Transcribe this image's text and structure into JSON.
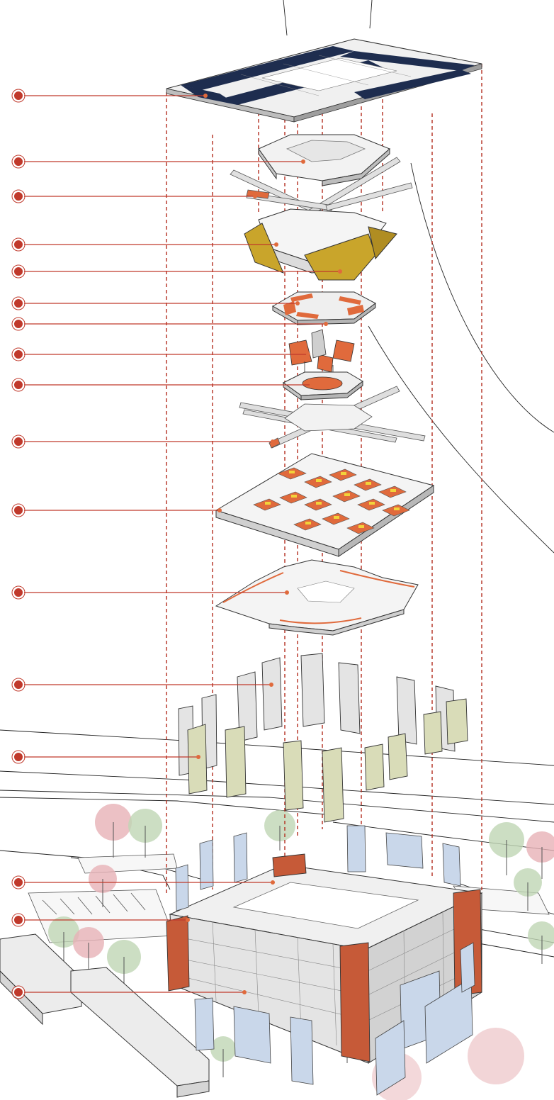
{
  "palette": {
    "accent": "#c0392b",
    "solar": "#1e2d4f",
    "orange": "#e06a3c",
    "gold": "#c9a52b",
    "panel_green": "#d9dcb8",
    "structure": "#e6e6e6",
    "core": "#c65a38",
    "tree_pink": "#e7b2b6",
    "tree_green": "#bfd6b4"
  },
  "markers": [
    {
      "id": "roof-solar"
    },
    {
      "id": "skylight"
    },
    {
      "id": "roof-truss"
    },
    {
      "id": "dome-shell"
    },
    {
      "id": "gold-cladding"
    },
    {
      "id": "upper-deck"
    },
    {
      "id": "upper-deck-people"
    },
    {
      "id": "orange-sails"
    },
    {
      "id": "platform"
    },
    {
      "id": "cross-beams"
    },
    {
      "id": "office-floor"
    },
    {
      "id": "stair-floor"
    },
    {
      "id": "facade-white"
    },
    {
      "id": "facade-green"
    },
    {
      "id": "structural-frame"
    },
    {
      "id": "core-walls"
    },
    {
      "id": "glass-panels"
    }
  ]
}
